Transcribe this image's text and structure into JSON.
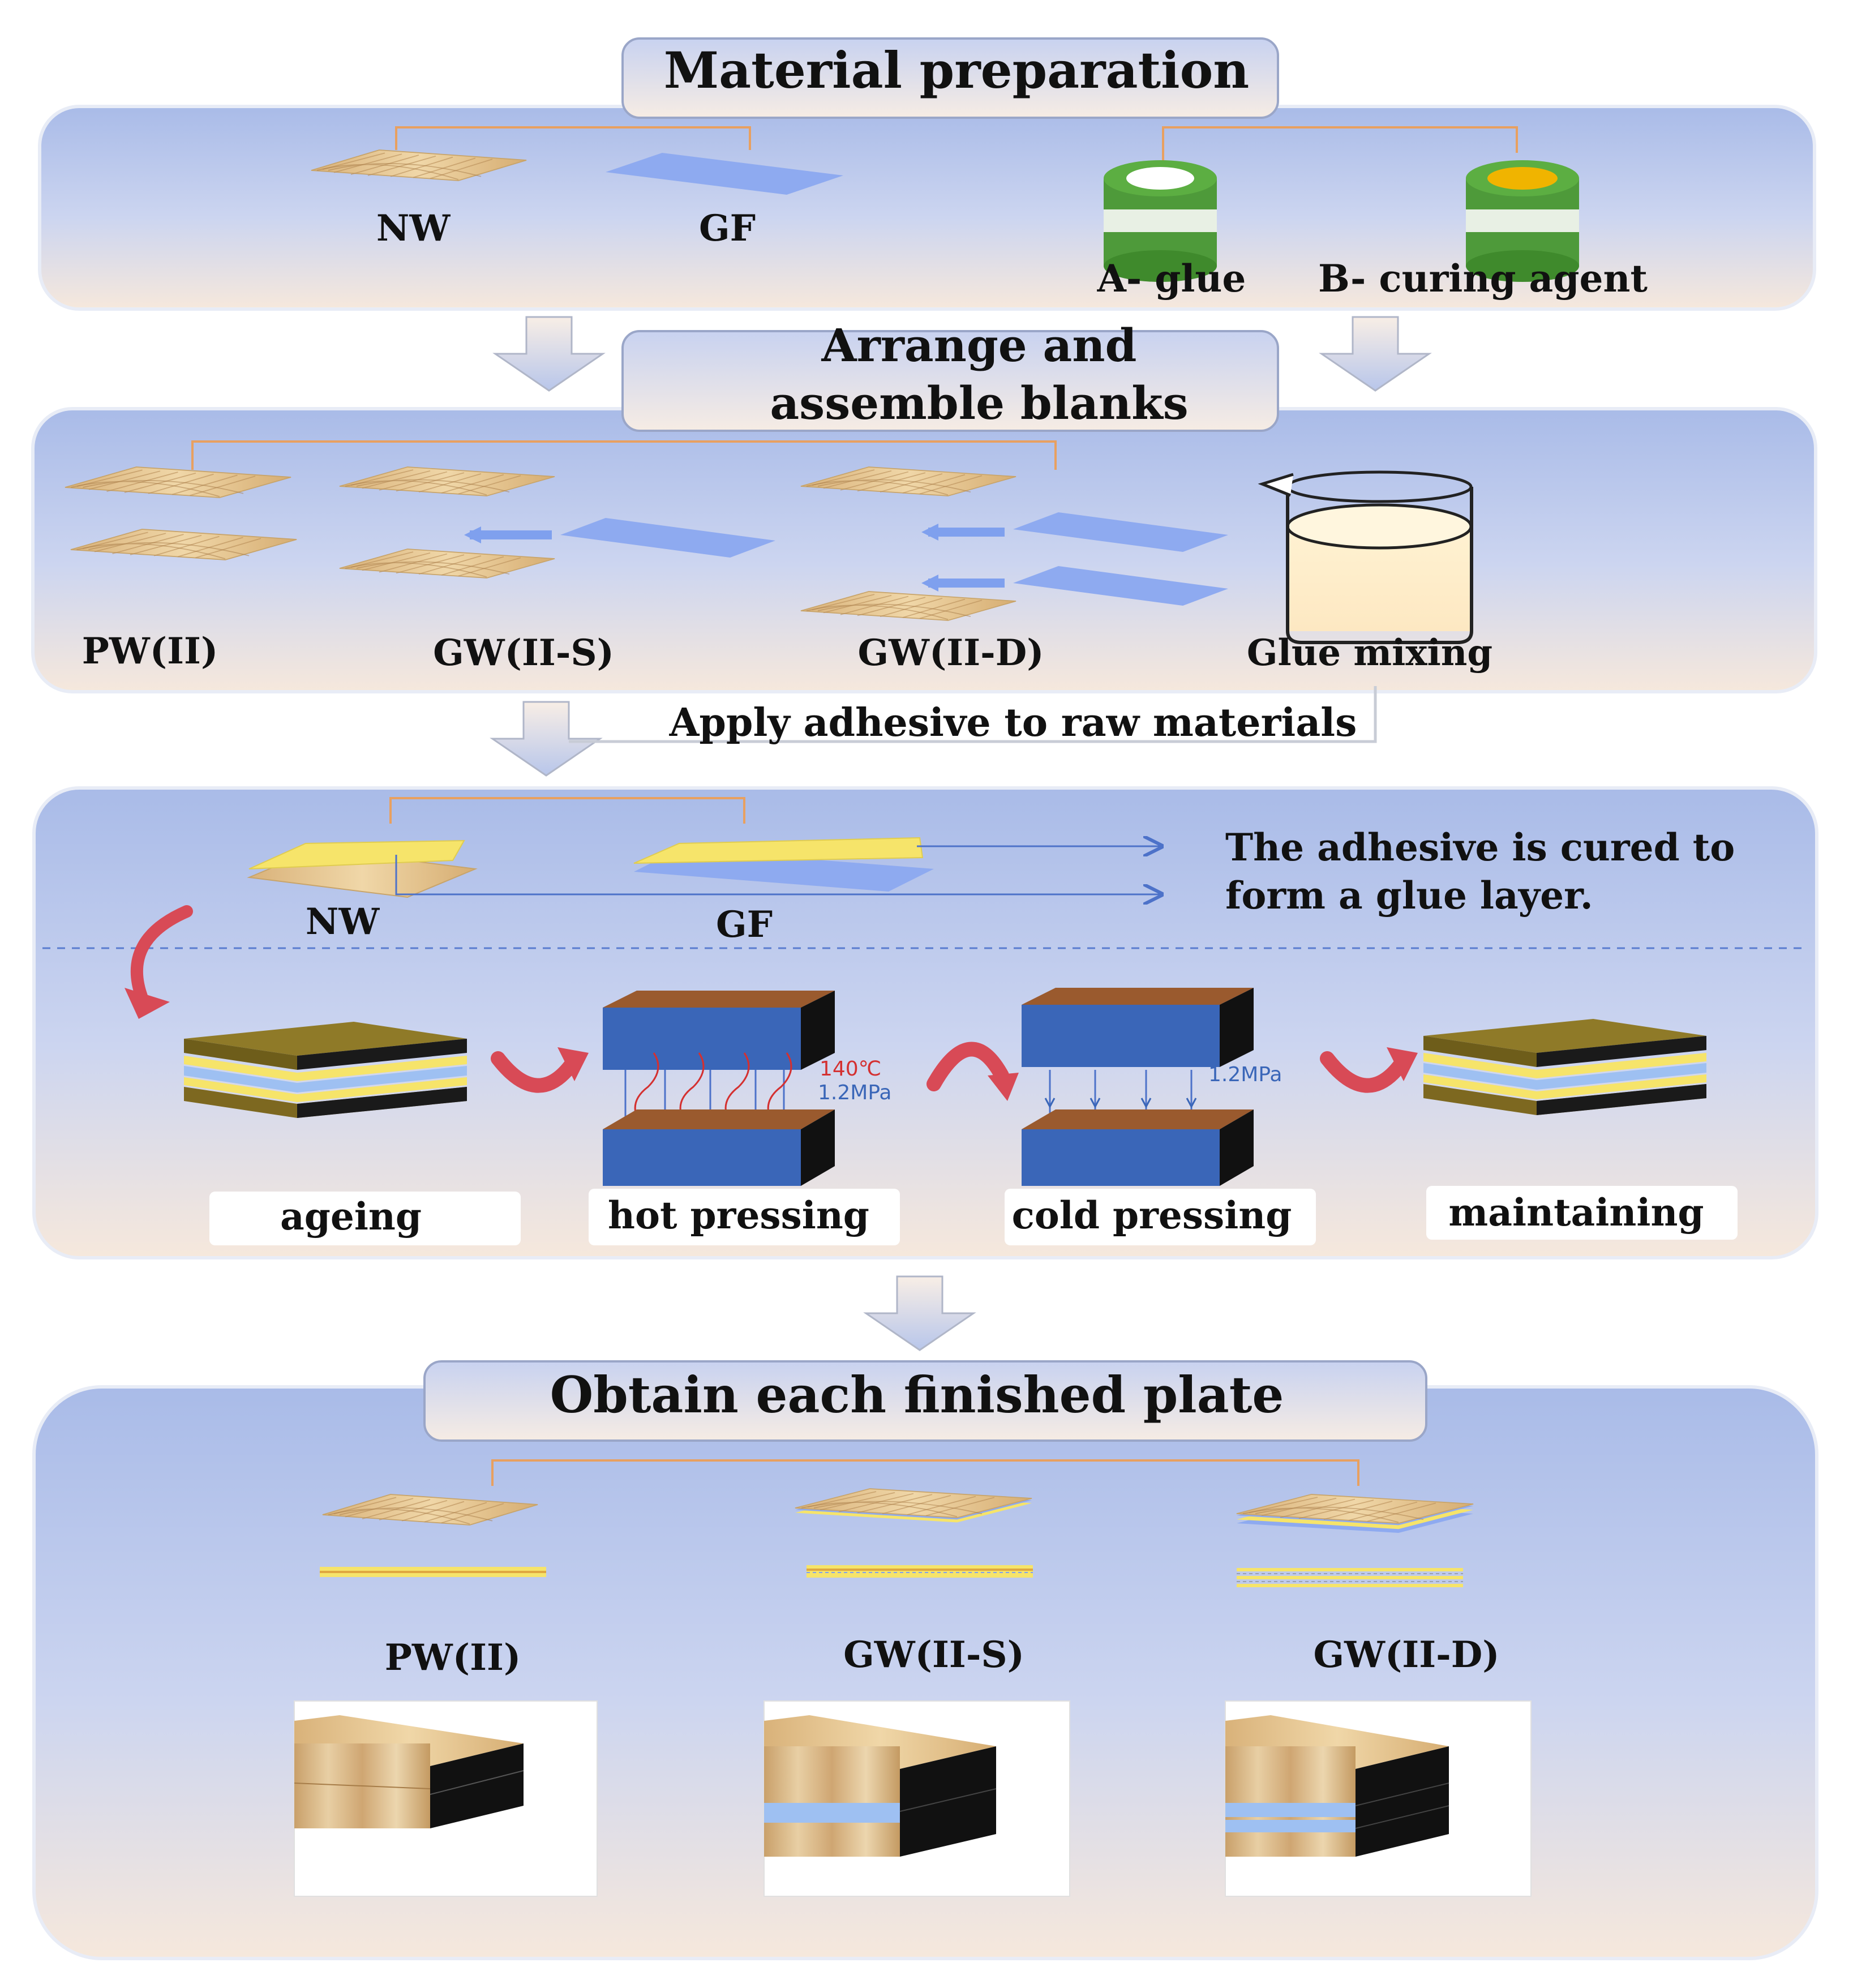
{
  "colors": {
    "panel_top": "#9fb2e4",
    "panel_bottom": "#f4e5d8",
    "glass_blue": "#7fa3f2",
    "wood": "#e6c98b",
    "glue_yellow": "#f6e46a",
    "brace_orange": "#e8a060",
    "press_blue": "#3a66b8",
    "press_brown": "#9a5a2e",
    "accent_red": "#d84a56",
    "olive": "#7d6820"
  },
  "stage1": {
    "title": "Material preparation",
    "nw": "NW",
    "gf": "GF",
    "a_glue": "A- glue",
    "b_curing": "B- curing agent"
  },
  "stage2": {
    "title_line1": "Arrange and",
    "title_line2": "assemble blanks",
    "pw": "PW(II)",
    "gws": "GW(II-S)",
    "gwd": "GW(II-D)",
    "glue_mixing": "Glue mixing"
  },
  "apply_label": "Apply adhesive to raw materials",
  "stage3": {
    "nw": "NW",
    "gf": "GF",
    "cured_line1": "The adhesive is cured to",
    "cured_line2": "form a glue layer.",
    "hot_temp": "140℃",
    "hot_pressure": "1.2MPa",
    "cold_pressure": "1.2MPa",
    "steps": [
      "ageing",
      "hot pressing",
      "cold pressing",
      "maintaining"
    ]
  },
  "stage4": {
    "title": "Obtain each finished plate",
    "pw": "PW(II)",
    "gws": "GW(II-S)",
    "gwd": "GW(II-D)"
  }
}
